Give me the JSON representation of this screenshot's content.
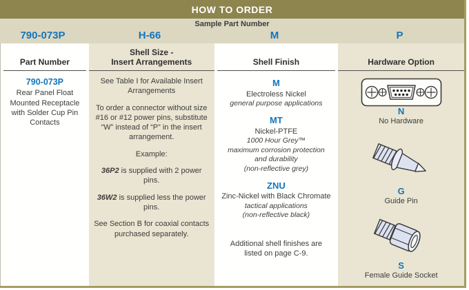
{
  "colors": {
    "title_bar_bg": "#8d844e",
    "sample_band_bg": "#dcd7c0",
    "tan_column_bg": "#e9e5d2",
    "accent_blue": "#1375bd",
    "olive_border": "#a59c60",
    "text": "#3c3c3c"
  },
  "title": "HOW TO ORDER",
  "sample": {
    "label": "Sample Part Number",
    "values": [
      "790-073P",
      "H-66",
      "M",
      "P"
    ]
  },
  "headers": {
    "part_number": "Part Number",
    "shell_size": "Shell Size -\nInsert Arrangements",
    "shell_finish": "Shell Finish",
    "hardware_option": "Hardware Option"
  },
  "part_number_col": {
    "number": "790-073P",
    "description": "Rear Panel Float Mounted Receptacle with Solder Cup Pin Contacts"
  },
  "shell_size_col": {
    "p1": "See Table I for Available Insert Arrangements",
    "p2": "To order a connector without size #16 or #12 power pins, substitute “W” instead of “P” in the insert arrangement.",
    "p3": "Example:",
    "p4_code": "36P2",
    "p4_rest": " is supplied with 2 power pins.",
    "p5_code": "36W2",
    "p5_rest": " is supplied less the power pins.",
    "p6": "See Section B for coaxial contacts purchased separately."
  },
  "shell_finish_col": {
    "options": [
      {
        "code": "M",
        "name": "Electroless Nickel",
        "notes": "general purpose applications"
      },
      {
        "code": "MT",
        "name": "Nickel-PTFE",
        "notes": "1000 Hour Grey™\nmaximum corrosion protection and durability\n(non-reflective grey)"
      },
      {
        "code": "ZNU",
        "name": "Zinc-Nickel with Black Chromate",
        "notes": "tactical applications\n(non-reflective black)"
      }
    ],
    "footnote": "Additional shell finishes are listed on page C-9."
  },
  "hardware_col": {
    "options": [
      {
        "code": "N",
        "name": "No Hardware",
        "icon": "dsub-face-icon"
      },
      {
        "code": "G",
        "name": "Guide Pin",
        "icon": "guide-pin-icon"
      },
      {
        "code": "S",
        "name": "Female Guide Socket",
        "icon": "female-guide-socket-icon"
      }
    ]
  }
}
